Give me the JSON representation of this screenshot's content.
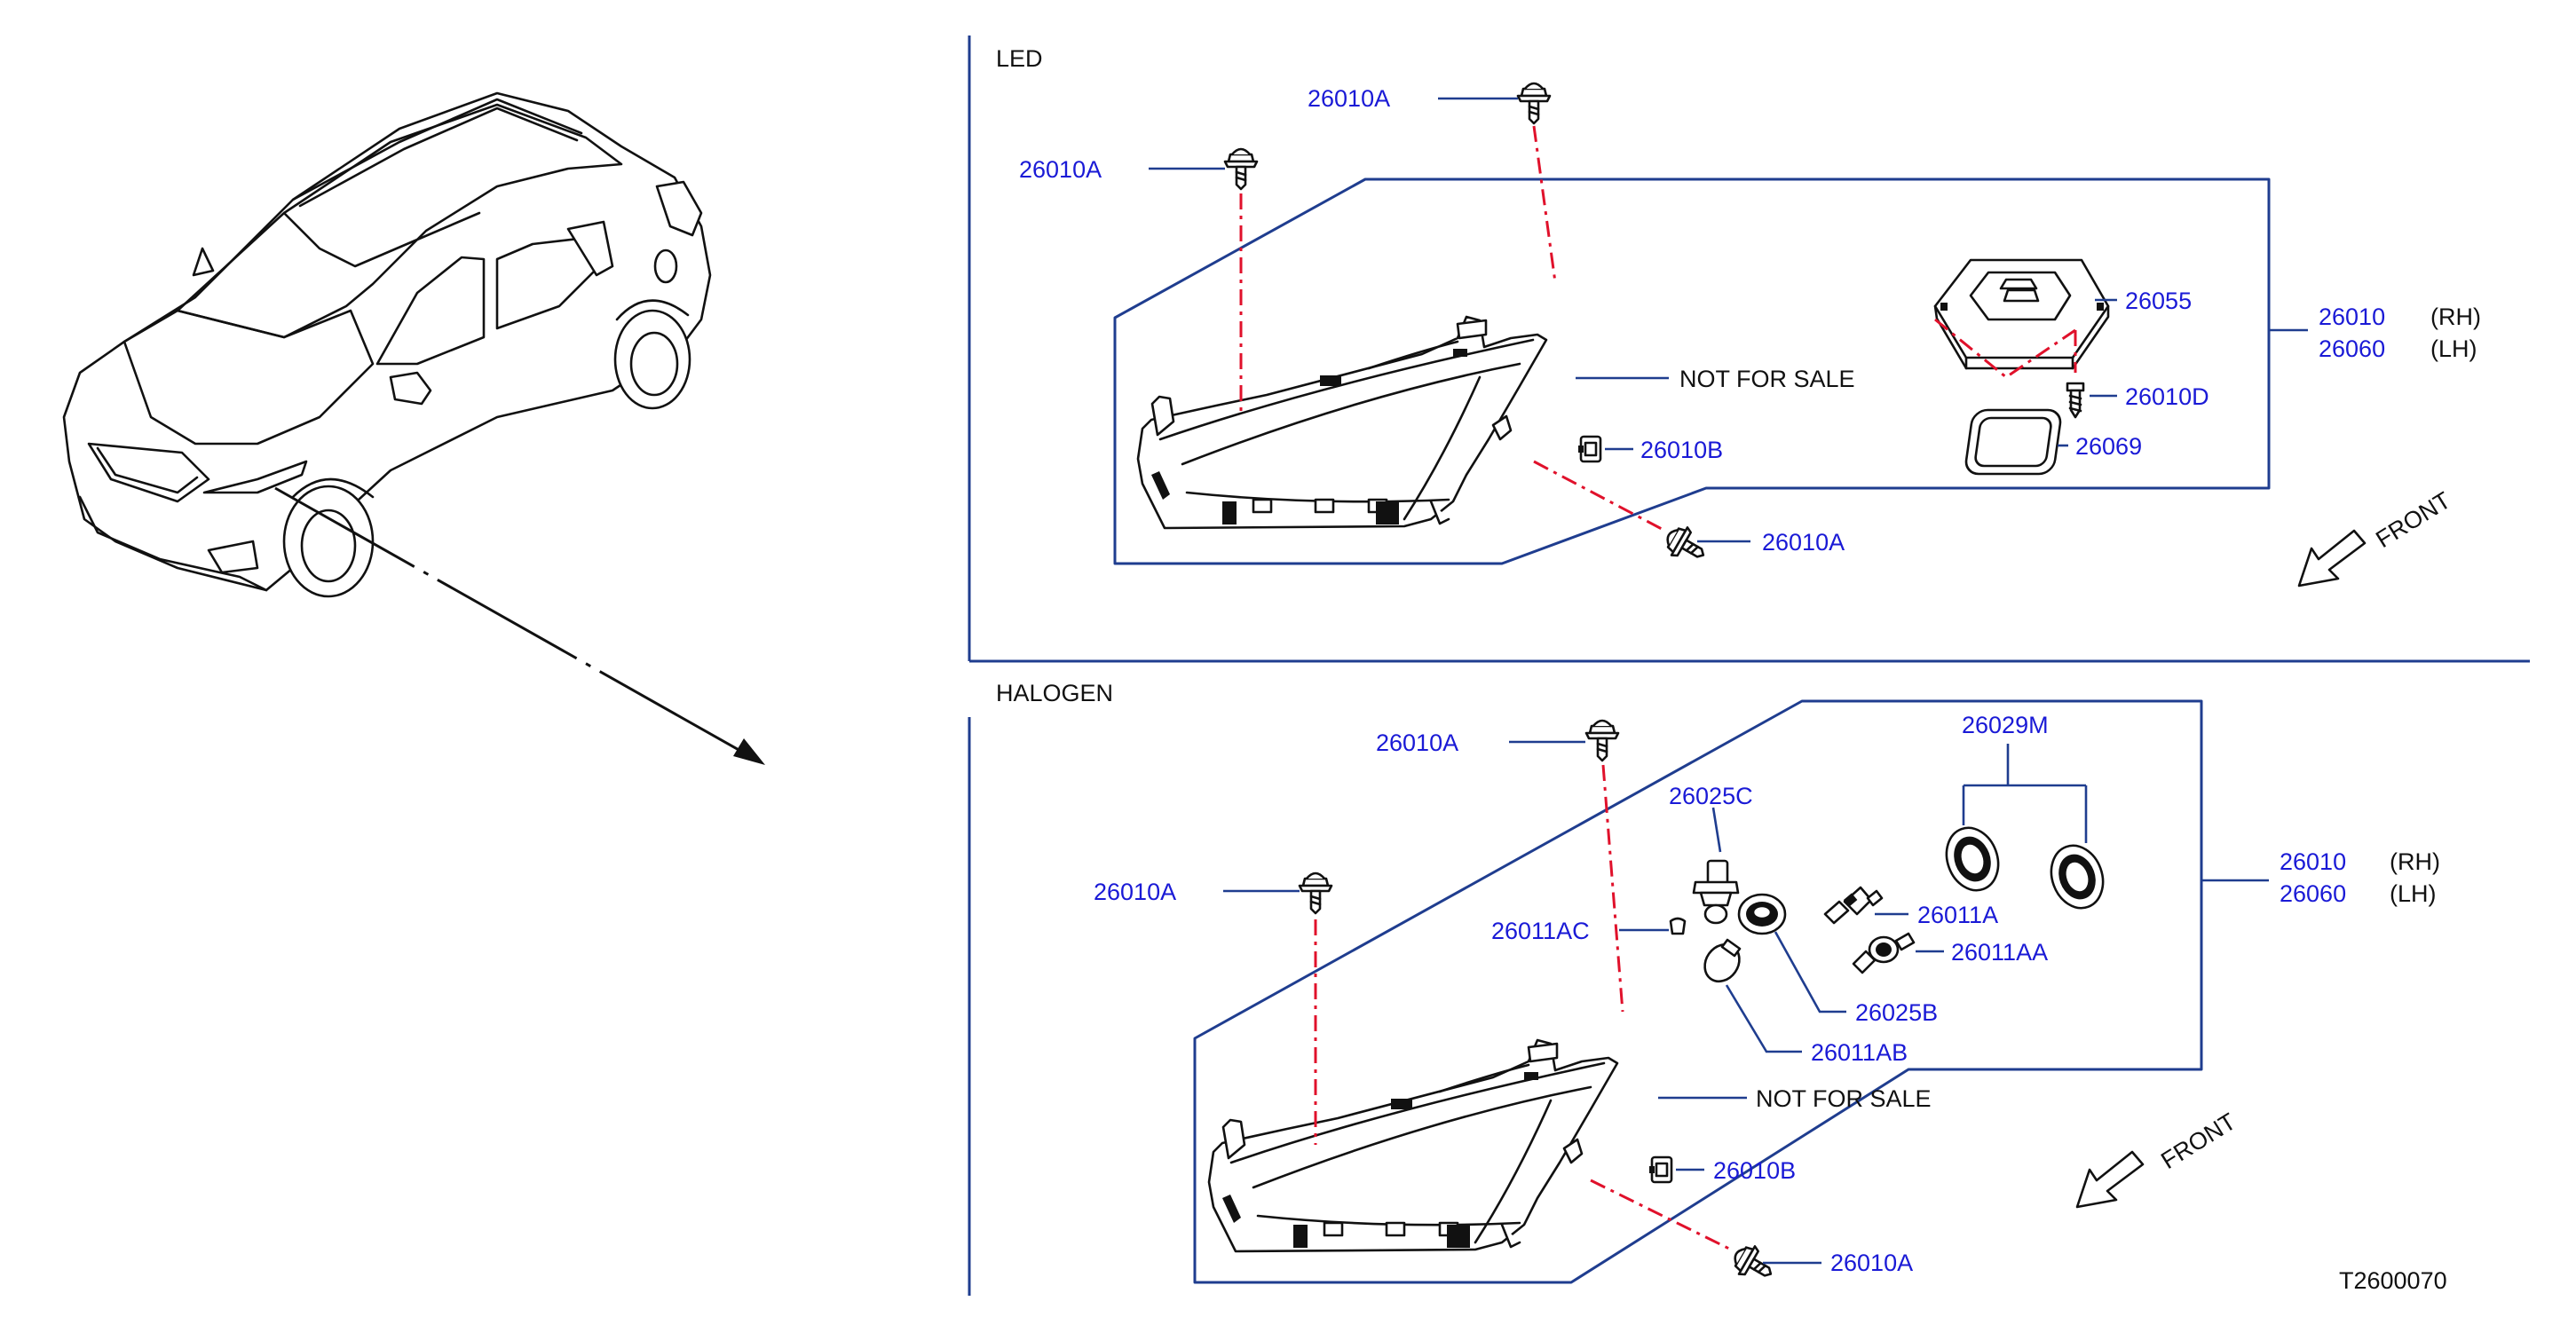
{
  "drawing_code": "T2600070",
  "sections": {
    "led": {
      "title": "LED",
      "labels": {
        "bolt_upper": "26010A",
        "bolt_left": "26010A",
        "bolt_lower": "26010A",
        "clip": "26010B",
        "module": "26055",
        "screw": "26010D",
        "gasket": "26069",
        "assy_rh": "26010",
        "assy_lh": "26060",
        "rh": "(RH)",
        "lh": "(LH)",
        "not_for_sale": "NOT   FOR   SALE",
        "front": "FRONT"
      }
    },
    "halogen": {
      "title": "HALOGEN",
      "labels": {
        "bolt_upper": "26010A",
        "bolt_left": "26010A",
        "bolt_lower": "26010A",
        "clip": "26010B",
        "socket_c": "26025C",
        "bulb_ac": "26011AC",
        "socket_b": "26025B",
        "bulb_ab": "26011AB",
        "bulb_a": "26011A",
        "bulb_aa": "26011AA",
        "seal": "26029M",
        "assy_rh": "26010",
        "assy_lh": "26060",
        "rh": "(RH)",
        "lh": "(LH)",
        "not_for_sale": "NOT   FOR   SALE",
        "front": "FRONT"
      }
    }
  }
}
